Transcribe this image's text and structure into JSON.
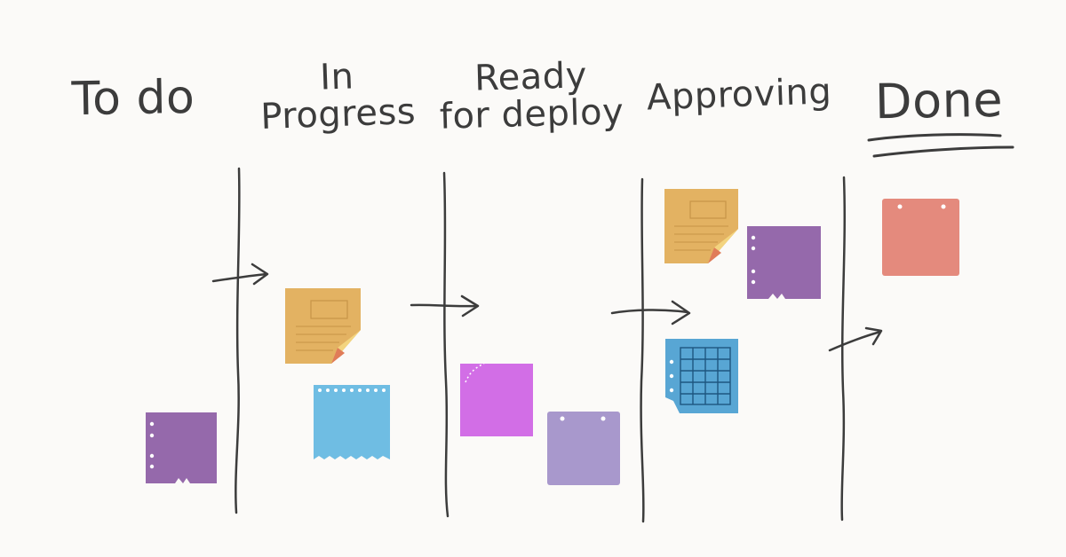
{
  "board": {
    "columns": [
      {
        "id": "todo",
        "title_lines": [
          "To do"
        ]
      },
      {
        "id": "in-progress",
        "title_lines": [
          "In",
          "Progress"
        ]
      },
      {
        "id": "ready-for-deploy",
        "title_lines": [
          "Ready",
          "for deploy"
        ]
      },
      {
        "id": "approving",
        "title_lines": [
          "Approving"
        ]
      },
      {
        "id": "done",
        "title_lines": [
          "Done"
        ]
      }
    ],
    "done_underlined": true
  },
  "colors": {
    "ink": "#3c3c3c",
    "note_orange": "#e3b262",
    "note_purple": "#9569ab",
    "note_blue": "#6fbde3",
    "note_magenta": "#d26ee6",
    "note_lavender": "#a898cc",
    "note_steel_blue": "#58a6d4",
    "note_salmon": "#e48a7d"
  }
}
